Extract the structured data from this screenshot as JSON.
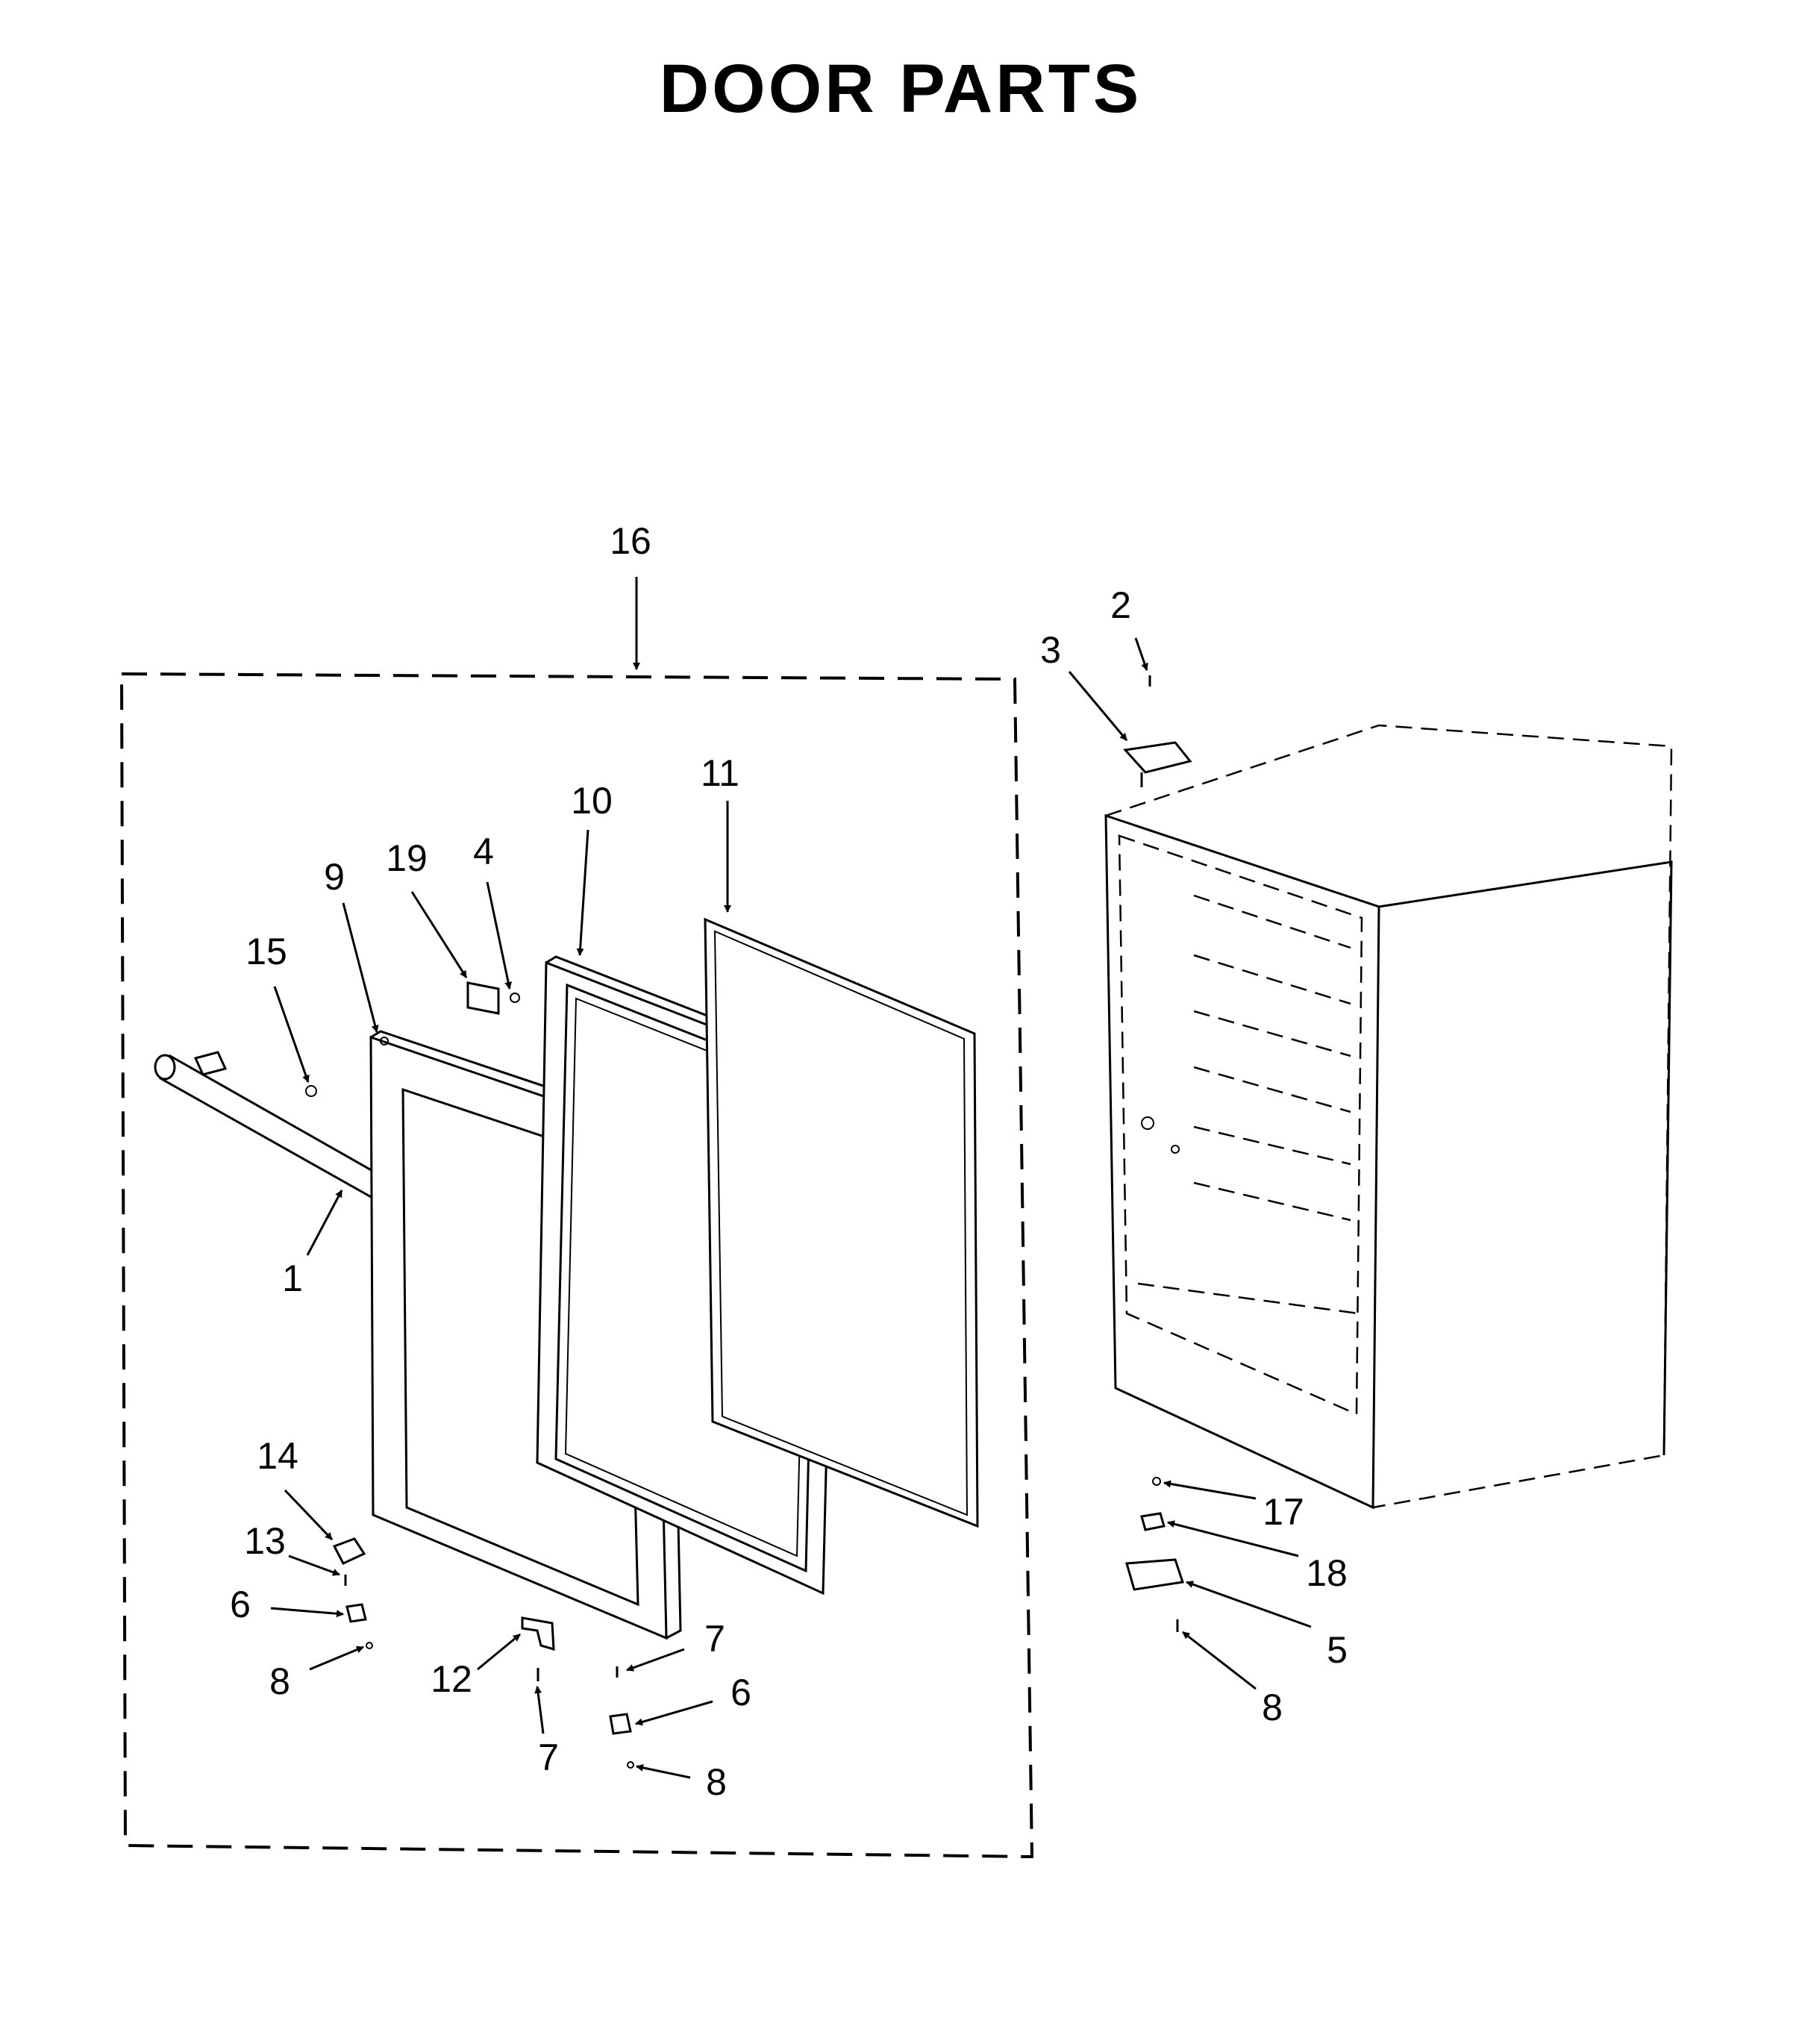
{
  "title": "DOOR PARTS",
  "callouts": [
    "16",
    "2",
    "3",
    "10",
    "11",
    "9",
    "19",
    "4",
    "15",
    "1",
    "14",
    "13",
    "6",
    "8",
    "12",
    "7",
    "7",
    "6",
    "8",
    "17",
    "18",
    "5",
    "8"
  ]
}
